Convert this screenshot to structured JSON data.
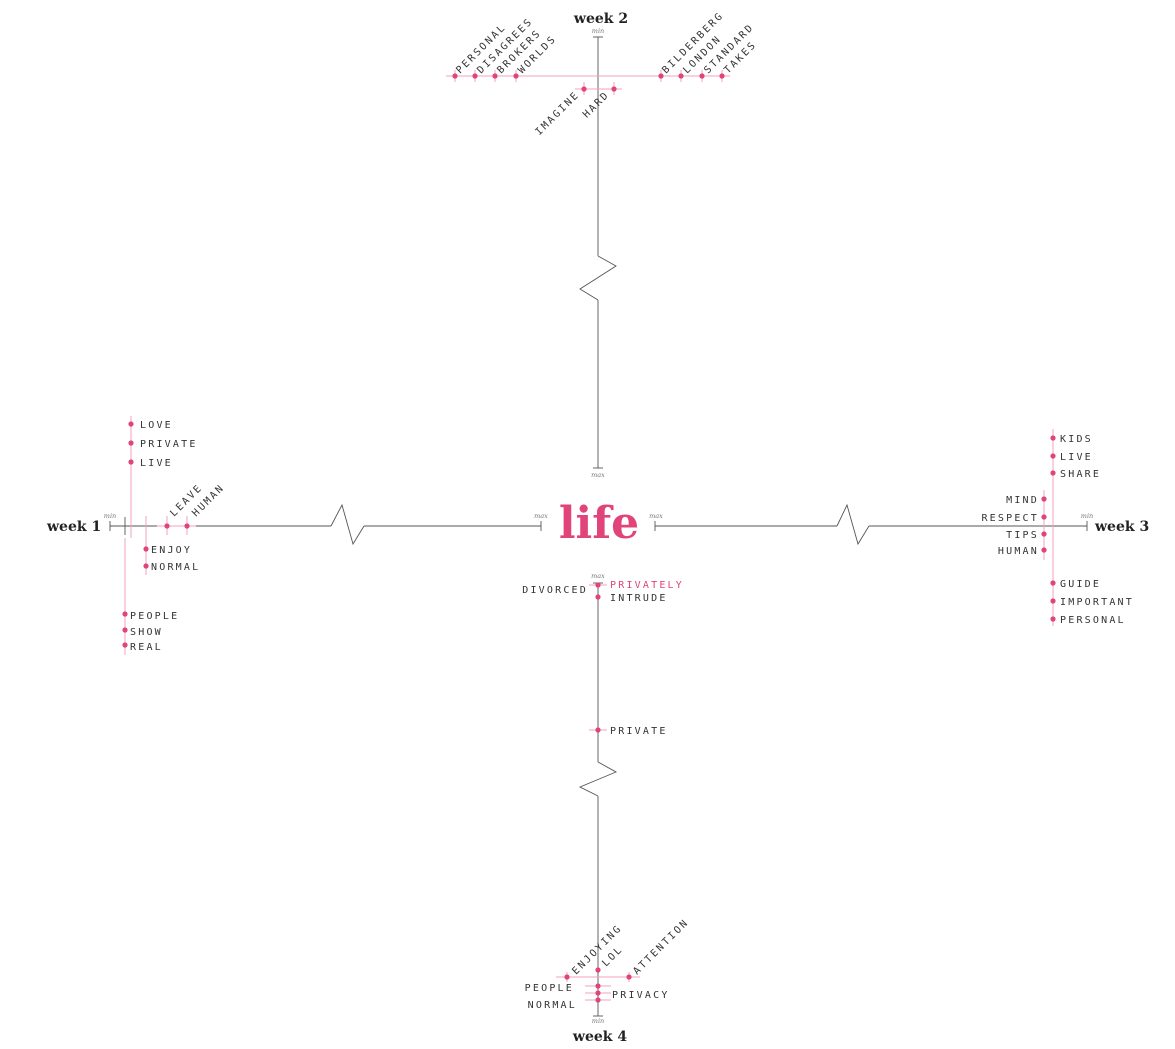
{
  "center_word": "life",
  "center_color": "#e0447a",
  "axes": [
    {
      "id": "week1",
      "label": "week 1",
      "min_label": "min",
      "max_label": "max"
    },
    {
      "id": "week2",
      "label": "week 2",
      "min_label": "min",
      "max_label": "max"
    },
    {
      "id": "week3",
      "label": "week 3",
      "min_label": "min",
      "max_label": "max"
    },
    {
      "id": "week4",
      "label": "week 4",
      "min_label": "min",
      "max_label": "max"
    }
  ],
  "words": {
    "week1": [
      "LOVE",
      "PRIVATE",
      "LIVE",
      "LEAVE",
      "HUMAN",
      "ENJOY",
      "NORMAL",
      "PEOPLE",
      "SHOW",
      "REAL"
    ],
    "week2": [
      "PERSONAL",
      "DISAGREES",
      "BROKERS",
      "WORLDS",
      "BILDERBERG",
      "LONDON",
      "STANDARD",
      "TAKES",
      "IMAGINE",
      "HARD"
    ],
    "week3": [
      "KIDS",
      "LIVE",
      "SHARE",
      "MIND",
      "RESPECT",
      "TIPS",
      "HUMAN",
      "GUIDE",
      "IMPORTANT",
      "PERSONAL"
    ],
    "week4": [
      "DIVORCED",
      "PRIVATELY",
      "INTRUDE",
      "PRIVATE",
      "ENJOYING",
      "LOL",
      "ATTENTION",
      "PEOPLE",
      "PRIVACY",
      "NORMAL"
    ]
  },
  "highlight_word": "PRIVATELY"
}
